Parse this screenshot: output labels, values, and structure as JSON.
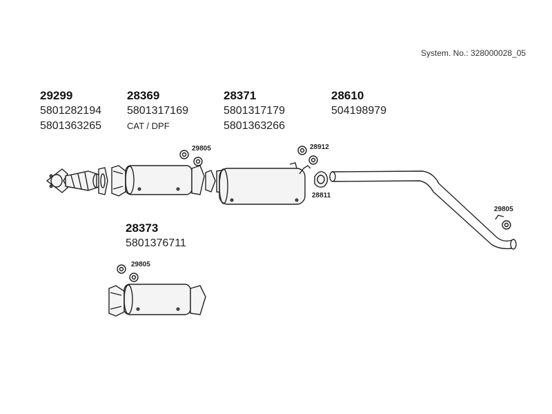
{
  "system_number": "System. No.: 328000028_05",
  "groups": [
    {
      "id": "29299",
      "lines": [
        "5801282194",
        "5801363265"
      ]
    },
    {
      "id": "28369",
      "lines": [
        "5801317169",
        "CAT / DPF"
      ]
    },
    {
      "id": "28371",
      "lines": [
        "5801317179",
        "5801363266"
      ]
    },
    {
      "id": "28610",
      "lines": [
        "504198979"
      ]
    },
    {
      "id": "28373",
      "lines": [
        "5801376711"
      ]
    }
  ],
  "callouts": {
    "c1": "29805",
    "c2": "28912",
    "c3": "28811",
    "c4": "29805",
    "c5": "29805"
  }
}
